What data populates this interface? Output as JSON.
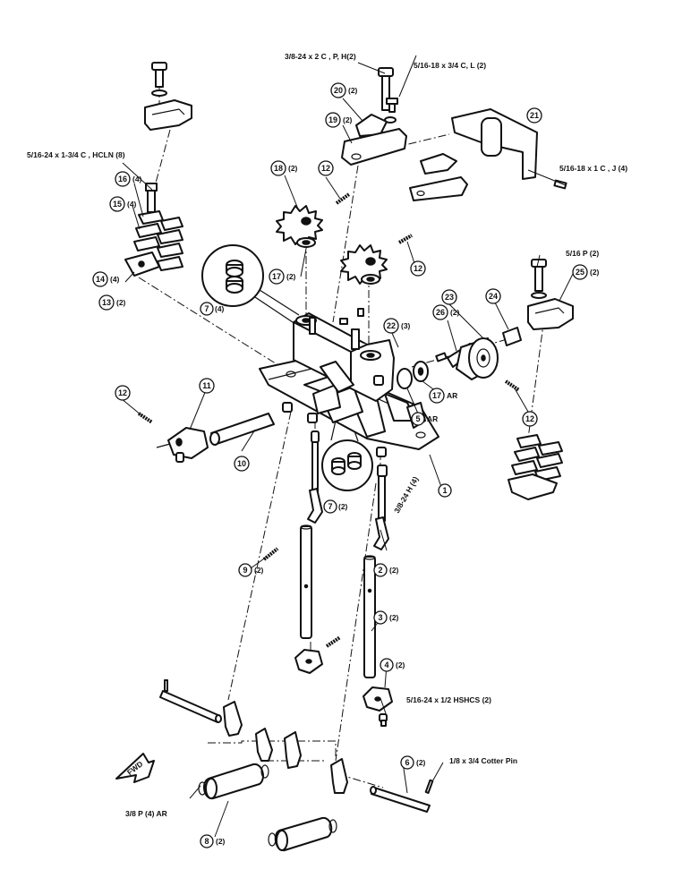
{
  "callouts": [
    {
      "id": "c1",
      "num": "1",
      "qty": ""
    },
    {
      "id": "c2",
      "num": "2",
      "qty": "(2)"
    },
    {
      "id": "c3",
      "num": "3",
      "qty": "(2)"
    },
    {
      "id": "c4",
      "num": "4",
      "qty": "(2)"
    },
    {
      "id": "c5",
      "num": "5",
      "qty": "AR"
    },
    {
      "id": "c6",
      "num": "6",
      "qty": "(2)"
    },
    {
      "id": "c7a",
      "num": "7",
      "qty": "(4)"
    },
    {
      "id": "c7b",
      "num": "7",
      "qty": "(2)"
    },
    {
      "id": "c8",
      "num": "8",
      "qty": "(2)"
    },
    {
      "id": "c9",
      "num": "9",
      "qty": "(2)"
    },
    {
      "id": "c10",
      "num": "10",
      "qty": ""
    },
    {
      "id": "c11",
      "num": "11",
      "qty": ""
    },
    {
      "id": "c12a",
      "num": "12",
      "qty": ""
    },
    {
      "id": "c12b",
      "num": "12",
      "qty": ""
    },
    {
      "id": "c12c",
      "num": "12",
      "qty": ""
    },
    {
      "id": "c12d",
      "num": "12",
      "qty": ""
    },
    {
      "id": "c13",
      "num": "13",
      "qty": "(2)"
    },
    {
      "id": "c14",
      "num": "14",
      "qty": "(4)"
    },
    {
      "id": "c15",
      "num": "15",
      "qty": "(4)"
    },
    {
      "id": "c16",
      "num": "16",
      "qty": "(4)"
    },
    {
      "id": "c17a",
      "num": "17",
      "qty": "(2)"
    },
    {
      "id": "c17b",
      "num": "17",
      "qty": "AR"
    },
    {
      "id": "c18",
      "num": "18",
      "qty": "(2)"
    },
    {
      "id": "c19",
      "num": "19",
      "qty": "(2)"
    },
    {
      "id": "c20",
      "num": "20",
      "qty": "(2)"
    },
    {
      "id": "c21",
      "num": "21",
      "qty": ""
    },
    {
      "id": "c22",
      "num": "22",
      "qty": "(3)"
    },
    {
      "id": "c23",
      "num": "23",
      "qty": ""
    },
    {
      "id": "c24",
      "num": "24",
      "qty": ""
    },
    {
      "id": "c25",
      "num": "25",
      "qty": "(2)"
    },
    {
      "id": "c26",
      "num": "26",
      "qty": "(2)"
    }
  ],
  "notes": {
    "bolt_3_8_24_2c": "3/8-24 x 2 C , P, H(2)",
    "bolt_5_16_18_3_4": "5/16-18 x 3/4 C, L (2)",
    "bolt_5_16_24_1_3_4": "5/16-24 x 1-3/4 C , HCLN (8)",
    "bolt_5_16_18_1c": "5/16-18 x 1 C , J (4)",
    "pin_5_16": "5/16  P (2)",
    "nut_3_8_24": "3/8-24 H (4)",
    "screw_hshcs": "5/16-24 x 1/2 HSHCS (2)",
    "cotter_pin": "1/8 x 3/4 Cotter Pin",
    "pin_3_8": "3/8 P (4)  AR",
    "fwd": "FWD"
  }
}
